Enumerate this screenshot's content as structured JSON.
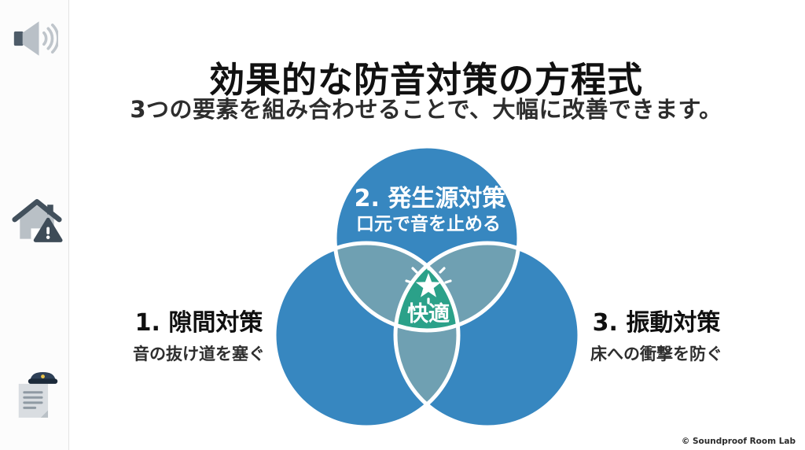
{
  "slide": {
    "title": "効果的な防音対策の方程式",
    "subtitle": "3つの要素を組み合わせることで、大幅に改善できます。",
    "copyright": "© Soundproof Room Lab"
  },
  "venn": {
    "circles": [
      {
        "id": "source-control",
        "position": "top",
        "title": "2. 発生源対策",
        "desc": "口元で音を止める"
      },
      {
        "id": "gap-control",
        "position": "bottom-left",
        "title": "1. 隙間対策",
        "desc": "音の抜け道を塞ぐ"
      },
      {
        "id": "vibration-control",
        "position": "bottom-right",
        "title": "3. 振動対策",
        "desc": "床への衝撃を防ぐ"
      }
    ],
    "center": {
      "label": "快適",
      "icon": "sparkle-star-icon"
    },
    "colors": {
      "circle": "#3787C0",
      "overlap": "#6FA0B2",
      "core": "#2BA189",
      "outline": "#FFFFFF"
    }
  },
  "sidebar": {
    "icons": [
      "speaker-icon",
      "house-alert-icon",
      "police-document-icon"
    ]
  }
}
